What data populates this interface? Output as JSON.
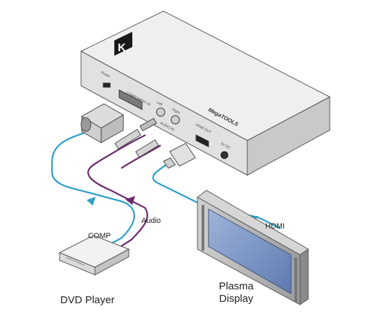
{
  "device": {
    "brand_mark": "K",
    "model_name": "MegaTOOLS",
    "ports": {
      "power": "Power",
      "comp": "COMPONENT IN",
      "left": "Left",
      "right": "Right",
      "audio_in": "AUDIO IN",
      "hdmi_out": "HDMI OUT",
      "dc": "5V DC"
    }
  },
  "labels": {
    "comp": "COMP",
    "audio": "Audio",
    "hdmi": "HDMI",
    "dvd_player": "DVD Player",
    "plasma_line1": "Plasma",
    "plasma_line2": "Display"
  },
  "colors": {
    "component_cable": "#2f9fc8",
    "audio_cable": "#6b2a6d",
    "hdmi_cable": "#2f9fc8",
    "device_body": "#e6e6e6",
    "screen": "#7d97c7"
  }
}
